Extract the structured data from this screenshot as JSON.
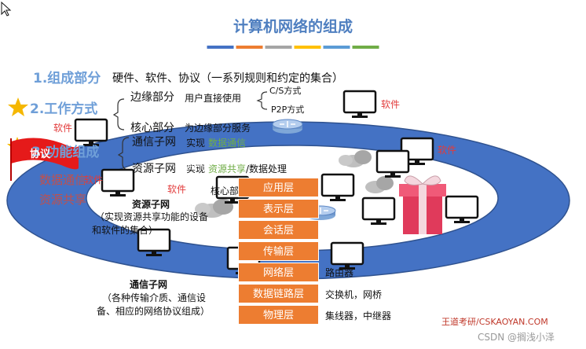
{
  "title": "计算机网络的组成",
  "title_bar_colors": [
    "#4472c4",
    "#ed7d31",
    "#a5a5a5",
    "#ffc000",
    "#5b9bd5",
    "#70ad47"
  ],
  "items": {
    "composition": {
      "head": "1.组成部分",
      "desc": "硬件、软件、协议（一系列规则和约定的集合）"
    },
    "working": {
      "head": "2.工作方式",
      "edge": "边缘部分",
      "edge_desc": "用户直接使用",
      "cs": "C/S方式",
      "p2p": "P2P方式",
      "core": "核心部分",
      "core_desc": "为边缘部分服务"
    },
    "function": {
      "head": "3.功能组成",
      "comm": "通信子网",
      "comm_desc": "实现",
      "comm_hl": "数据通信",
      "res": "资源子网",
      "res_desc": "实现",
      "res_hl": "资源共享",
      "res_tail": "/数据处理"
    }
  },
  "left_notes": {
    "data_comm": "数据通信",
    "res_share": "资源共享"
  },
  "flag_label": "协议",
  "software_label": "软件",
  "ring": {
    "edge_label": "边缘部分",
    "core_label": "核心部"
  },
  "osi_layers": [
    "应用层",
    "表示层",
    "会话层",
    "传输层",
    "网络层",
    "数据链路层",
    "物理层"
  ],
  "devices": {
    "router": "路由器",
    "switch": "交换机，网桥",
    "hub": "集线器，中继器"
  },
  "resource_subnet": {
    "title": "资源子网",
    "desc1": "（实现资源共享功能的设备",
    "desc2": "和软件的集合）"
  },
  "comm_subnet": {
    "title": "通信子网",
    "desc1": "（各种传输介质、通信设",
    "desc2": "备、相应的网络协议组成）"
  },
  "watermark": "王道考研/CSKAOYAN.COM",
  "csdn": "CSDN @搁浅小泽",
  "colors": {
    "ring": "#4472c4",
    "layer": "#ed7d31",
    "blue_head": "#6f9fd8",
    "red": "#e23b3b",
    "highlight": "#70ad47",
    "watermark": "#c0392b"
  }
}
